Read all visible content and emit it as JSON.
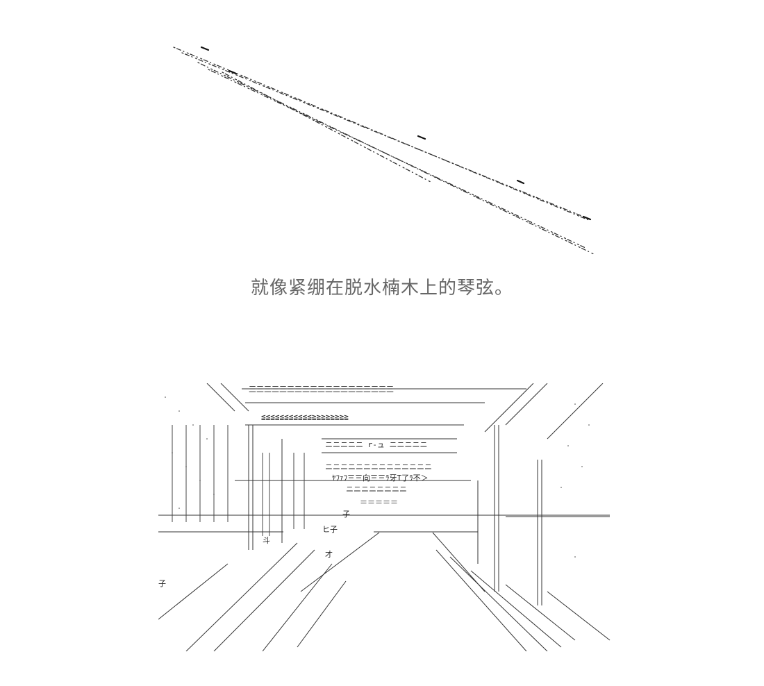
{
  "caption": "就像紧绷在脱水楠木上的琴弦。",
  "ascii_art_text": [
    "三三三三三三三三三三三三三三三三三三三",
    "≦≦≦≦≦≦≦≦≦≦≦≧≧≧≧≧≧≧≧",
    "ニニニニニ r-ュ ニニニニニ",
    "ニニニニニニニニニニニニニニ",
    "ﾔﾌｧﾌ三三向三三ﾗ牙T了ﾗ不＞",
    "ニニニニニニニニ",
    "＝＝＝＝＝",
    "子",
    "ヒ子",
    "才",
    "斗",
    "子"
  ]
}
